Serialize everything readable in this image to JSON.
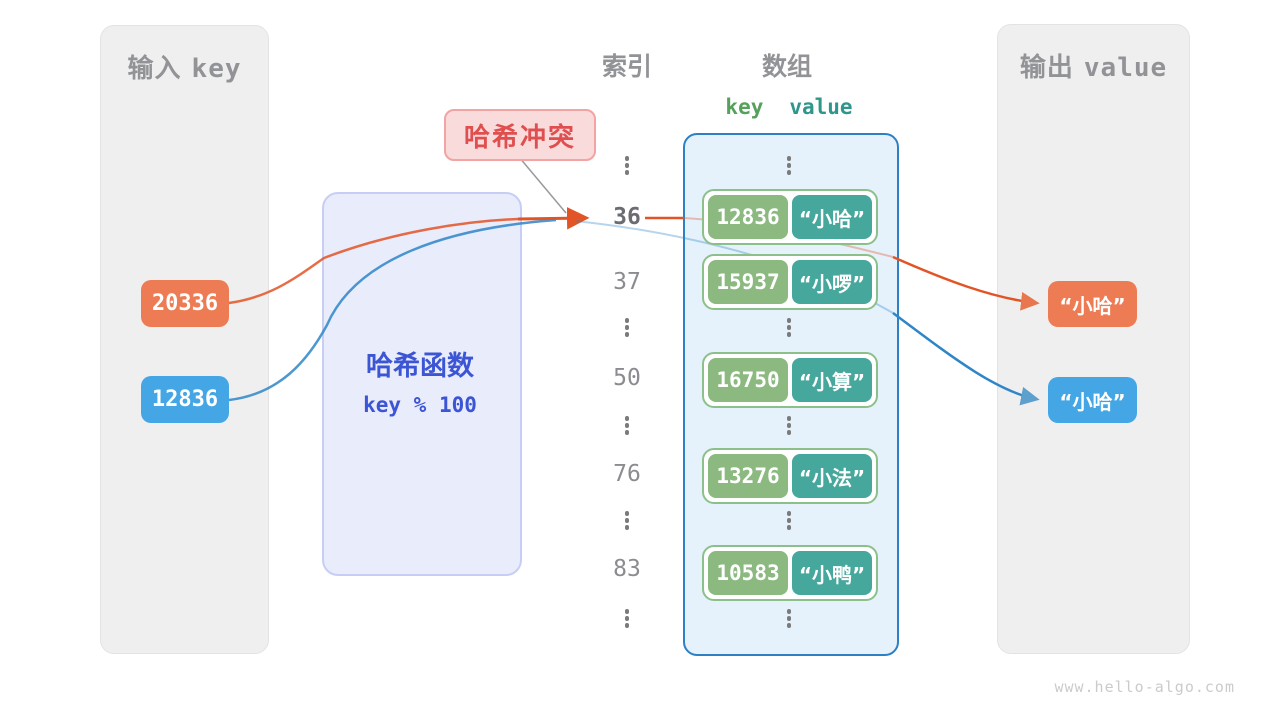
{
  "input_panel": {
    "title_cjk": "输入",
    "title_mono": "key",
    "keys": [
      {
        "value": "20336",
        "color": "#ED7C55"
      },
      {
        "value": "12836",
        "color": "#45A6E6"
      }
    ]
  },
  "hash_box": {
    "title": "哈希函数",
    "formula": "key % 100"
  },
  "collision_label": {
    "text": "哈希冲突"
  },
  "index_column": {
    "title": "索引",
    "values": [
      "36",
      "37",
      "50",
      "76",
      "83"
    ]
  },
  "array": {
    "title": "数组",
    "key_header": "key",
    "value_header": "value",
    "rows": [
      {
        "index": "36",
        "key": "12836",
        "value": "“小哈”"
      },
      {
        "index": "37",
        "key": "15937",
        "value": "“小啰”"
      },
      {
        "index": "50",
        "key": "16750",
        "value": "“小算”"
      },
      {
        "index": "76",
        "key": "13276",
        "value": "“小法”"
      },
      {
        "index": "83",
        "key": "10583",
        "value": "“小鸭”"
      }
    ]
  },
  "output_panel": {
    "title_cjk": "输出",
    "title_mono": "value",
    "values": [
      {
        "text": "“小哈”",
        "color": "#ED7C55"
      },
      {
        "text": "“小哈”",
        "color": "#45A6E6"
      }
    ]
  },
  "footer": {
    "url": "www.hello-algo.com"
  },
  "colors": {
    "orange": "#ED7C55",
    "blue": "#45A6E6",
    "key_green": "#8BB980",
    "value_teal": "#46A79C",
    "pair_border": "#8CC08A",
    "array_border": "#2D80C4",
    "array_fill": "#E5F1FB",
    "hash_fill": "#E9ECFB",
    "hash_text": "#3C55D4",
    "collision_red": "#E04F4F",
    "panel_gray": "#EFEFEF",
    "arrow_orange": "#E25425",
    "arrow_blue": "#3487C5"
  }
}
